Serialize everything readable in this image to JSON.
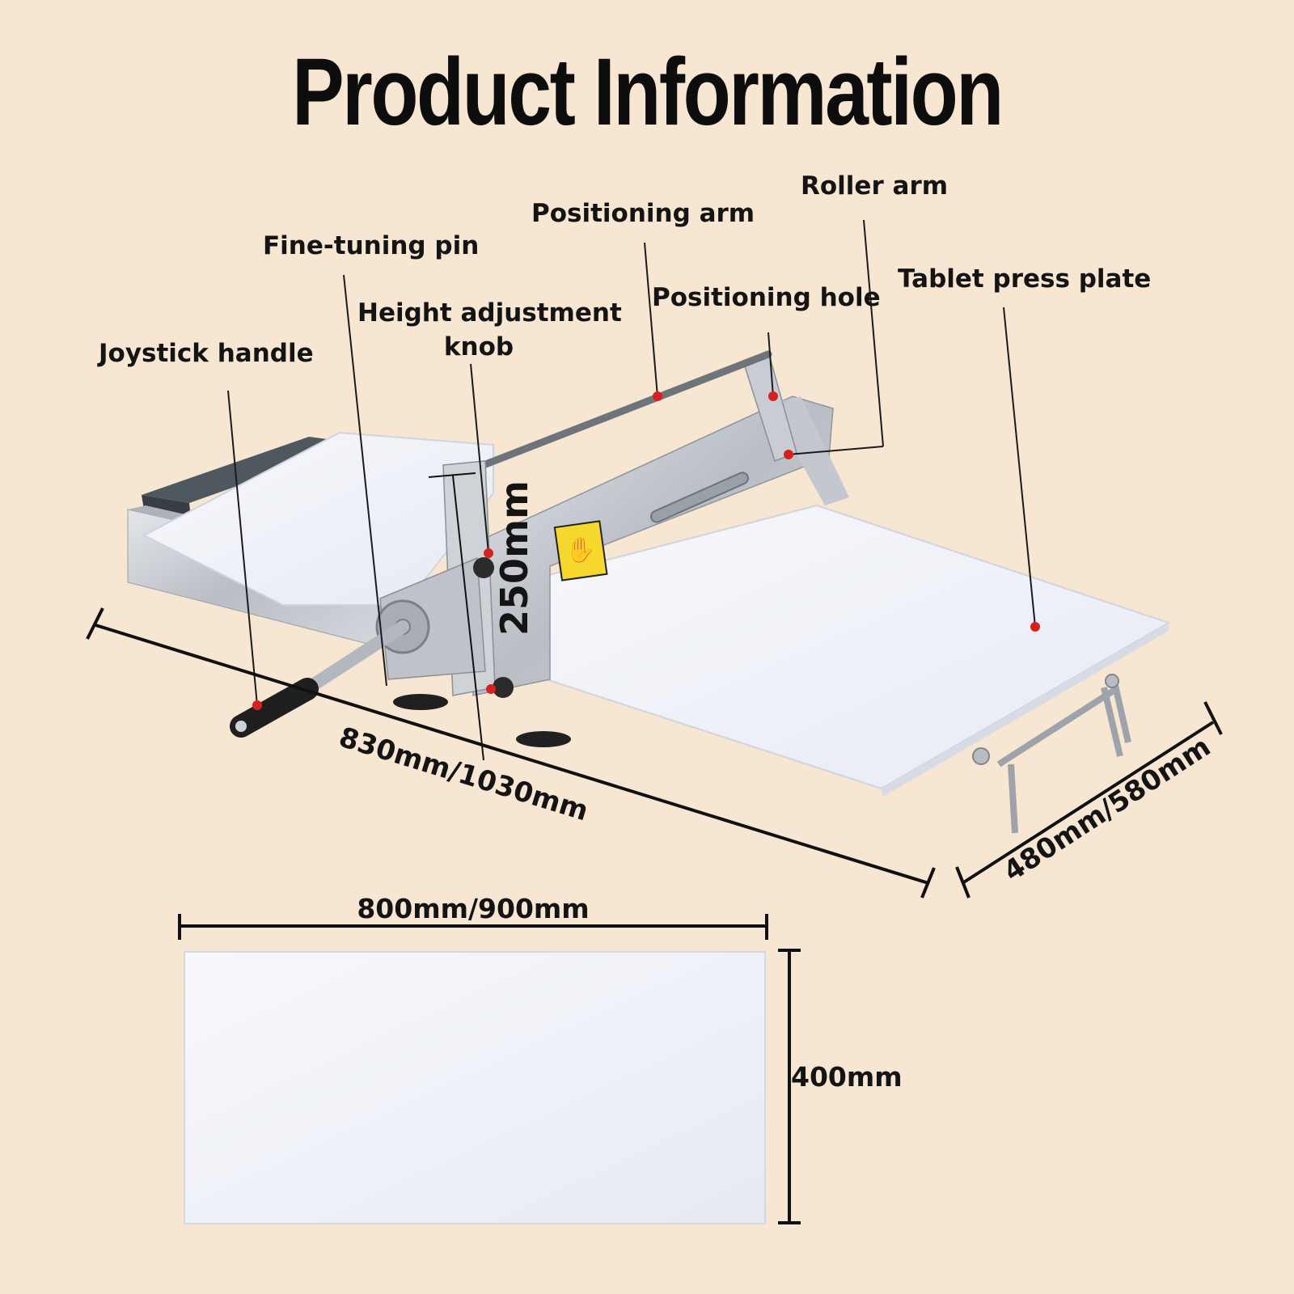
{
  "title": "Product Information",
  "labels": {
    "joystick_handle": "Joystick handle",
    "fine_tuning_pin": "Fine-tuning pin",
    "height_knob_line1": "Height adjustment",
    "height_knob_line2": "knob",
    "positioning_arm": "Positioning arm",
    "roller_arm": "Roller arm",
    "positioning_hole": "Positioning hole",
    "tablet_press_plate": "Tablet press plate"
  },
  "dimensions": {
    "length": "830mm/1030mm",
    "depth": "480mm/580mm",
    "height": "250mm",
    "plate_width": "800mm/900mm",
    "plate_height": "400mm"
  },
  "colors": {
    "background": "#f6e6d2",
    "marker": "#d8201f",
    "steel": "#c9ccd1",
    "board": "#eef1f7"
  }
}
